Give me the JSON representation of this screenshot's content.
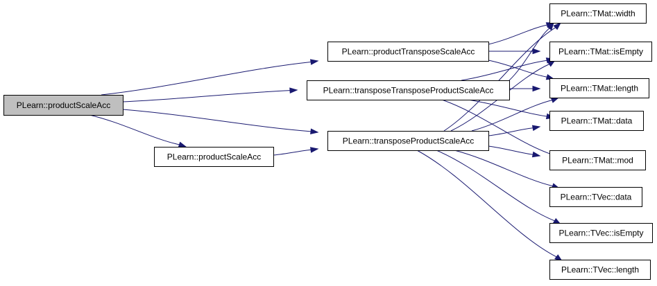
{
  "colors": {
    "edge": "#191970",
    "root_fill": "#bfbfbf",
    "node_fill": "#ffffff",
    "node_border": "#000000"
  },
  "nodes": [
    {
      "id": "root",
      "label": "PLearn::productScaleAcc",
      "root": true
    },
    {
      "id": "pscale2",
      "label": "PLearn::productScaleAcc"
    },
    {
      "id": "ptsa",
      "label": "PLearn::productTransposeScaleAcc"
    },
    {
      "id": "ttpsa",
      "label": "PLearn::transposeTransposeProductScaleAcc"
    },
    {
      "id": "tpsa",
      "label": "PLearn::transposeProductScaleAcc"
    },
    {
      "id": "width",
      "label": "PLearn::TMat::width"
    },
    {
      "id": "isEmpty",
      "label": "PLearn::TMat::isEmpty"
    },
    {
      "id": "length",
      "label": "PLearn::TMat::length"
    },
    {
      "id": "data",
      "label": "PLearn::TMat::data"
    },
    {
      "id": "mod",
      "label": "PLearn::TMat::mod"
    },
    {
      "id": "vdata",
      "label": "PLearn::TVec::data"
    },
    {
      "id": "visEmpty",
      "label": "PLearn::TVec::isEmpty"
    },
    {
      "id": "vlength",
      "label": "PLearn::TVec::length"
    }
  ],
  "edges": [
    {
      "from": "root",
      "to": "ptsa"
    },
    {
      "from": "root",
      "to": "ttpsa"
    },
    {
      "from": "root",
      "to": "tpsa"
    },
    {
      "from": "root",
      "to": "pscale2"
    },
    {
      "from": "pscale2",
      "to": "tpsa"
    },
    {
      "from": "ptsa",
      "to": "width"
    },
    {
      "from": "ptsa",
      "to": "isEmpty"
    },
    {
      "from": "ptsa",
      "to": "length"
    },
    {
      "from": "ttpsa",
      "to": "width"
    },
    {
      "from": "ttpsa",
      "to": "isEmpty"
    },
    {
      "from": "ttpsa",
      "to": "length"
    },
    {
      "from": "ttpsa",
      "to": "data"
    },
    {
      "from": "ttpsa",
      "to": "mod"
    },
    {
      "from": "tpsa",
      "to": "width"
    },
    {
      "from": "tpsa",
      "to": "isEmpty"
    },
    {
      "from": "tpsa",
      "to": "length"
    },
    {
      "from": "tpsa",
      "to": "data"
    },
    {
      "from": "tpsa",
      "to": "mod"
    },
    {
      "from": "tpsa",
      "to": "vdata"
    },
    {
      "from": "tpsa",
      "to": "visEmpty"
    },
    {
      "from": "tpsa",
      "to": "vlength"
    }
  ]
}
